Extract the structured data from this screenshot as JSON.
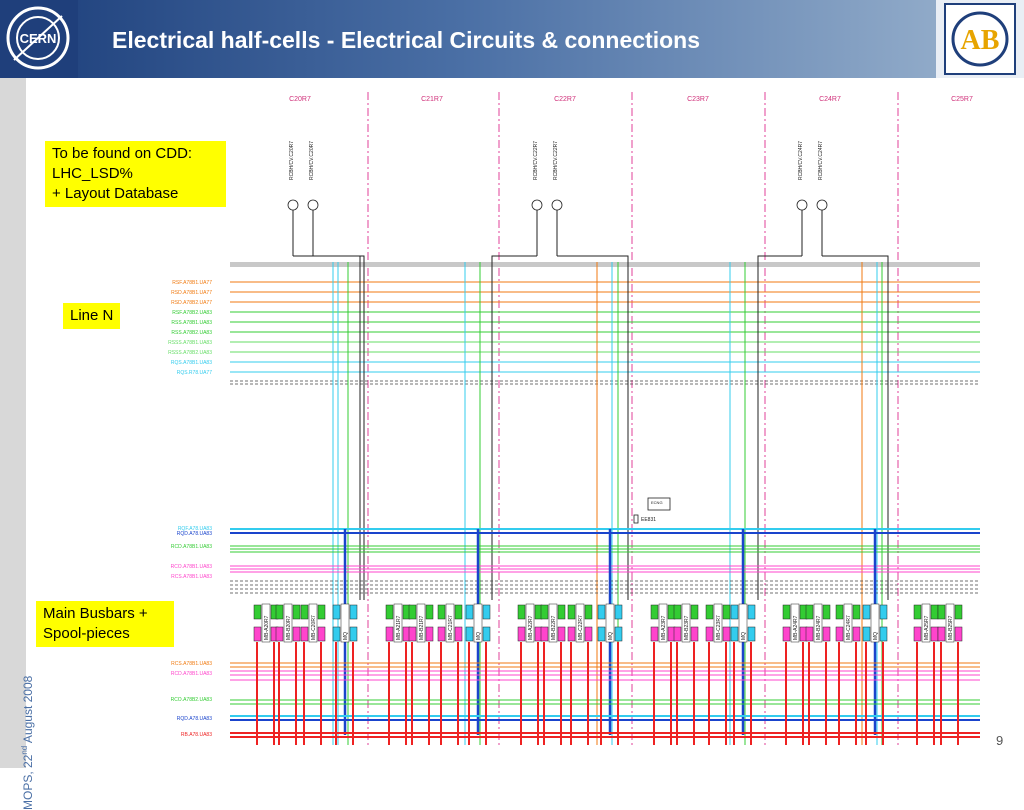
{
  "header": {
    "title": "Electrical half-cells - Electrical Circuits & connections",
    "cern_logo_text": "CERN",
    "ab_logo_text": "AB"
  },
  "sidebar": {
    "date_prefix": "MOPS, 22",
    "date_sup": "nd",
    "date_suffix": " August 2008"
  },
  "notes": {
    "cdd": [
      "To be found on CDD:",
      "LHC_LSD%",
      "+ Layout Database"
    ],
    "line_n": "Line N",
    "busbars": [
      "Main Busbars +",
      "Spool-pieces"
    ]
  },
  "diagram": {
    "cells": [
      "C20R7",
      "C21R7",
      "C22R7",
      "C23R7",
      "C24R7",
      "C25R7"
    ],
    "upper_lines": [
      "RSF.A78B1.UA77",
      "RSD.A78B1.UA77",
      "RSD.A78B2.UA77",
      "RSF.A78B2.UA83",
      "RSS.A78B1.UA83",
      "RSS.A78B2.UA83",
      "RSSS.A78B1.UA83",
      "RSSS.A78B2.UA83",
      "RQS.A78B1.UA83",
      "RQS.R78.UA77"
    ],
    "lower_lines": [
      "RQF.A78.UA83",
      "RQD.A78.UA83",
      "RCD.A78B1.UA83",
      "RCO.A78B1.UA83",
      "RCS.A78B1.UA83"
    ],
    "bottom_lines": [
      "RCS.A78B1.UA83",
      "RCD.A78B1.UA83",
      "RCO.A78B2.UA83",
      "RQD.A78.UA83",
      "RB.A78.UA83"
    ],
    "current_leads": [
      "RCBH/CV.C20R7",
      "RCBH/CV.C22R7",
      "RCBH/CV.C24R7"
    ],
    "feedthrough_label": "EE831",
    "box_label": "ECNG",
    "magnets": [
      "MB-A20R7",
      "MB-B20R7",
      "MB-C20R7",
      "MQ",
      "MB-A21R7",
      "MB-B21R7",
      "MB-C21R7",
      "MQ",
      "MB-A22R7",
      "MB-B22R7",
      "MB-C22R7",
      "MQ",
      "MB-A23R7",
      "MB-B23R7",
      "MB-C23R7",
      "MQ",
      "MB-A24R7",
      "MB-B24R7",
      "MB-C24R7",
      "MQ",
      "MB-A25R7",
      "MB-B25R7"
    ]
  },
  "page_number": "9",
  "colors": {
    "header_dark": "#1c3e7a",
    "note_yellow": "#ffff00",
    "pink_divider": "#e0409a"
  }
}
